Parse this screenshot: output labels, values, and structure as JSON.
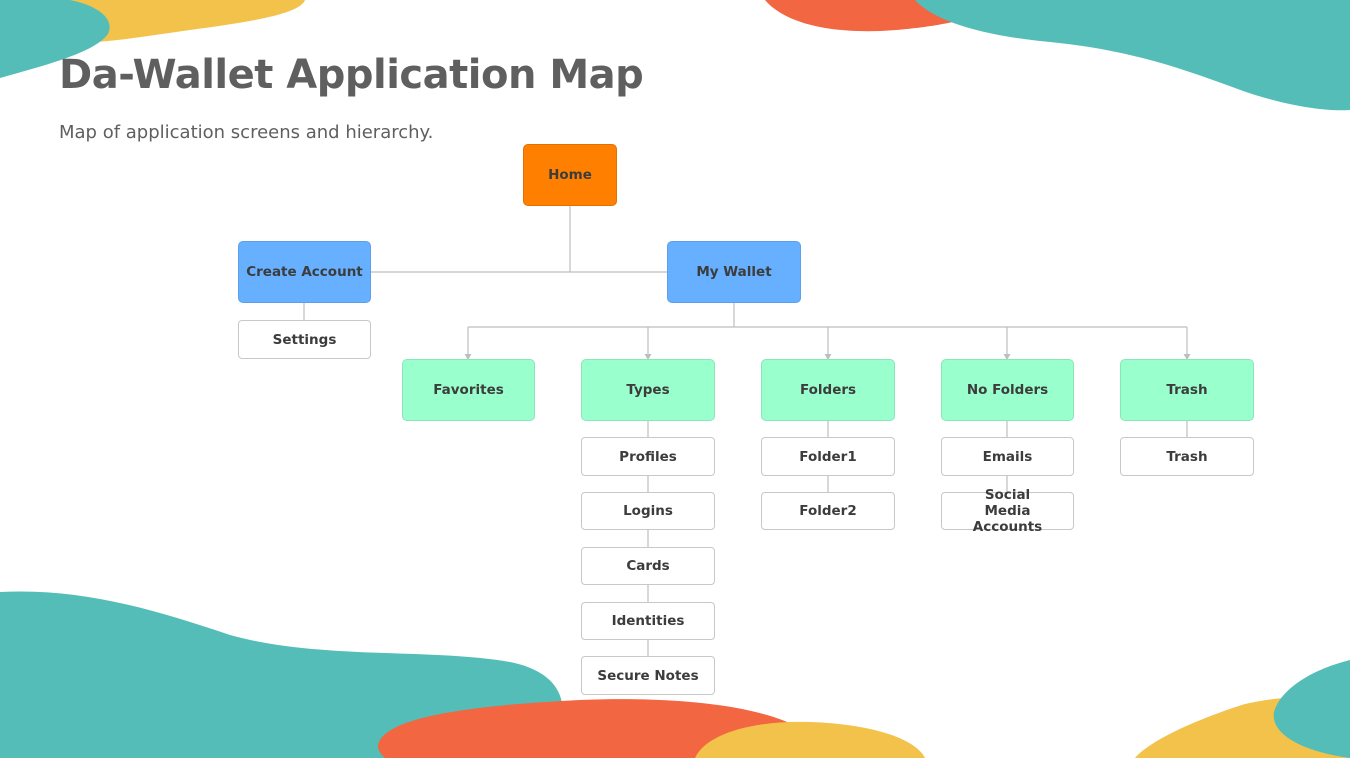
{
  "slide": {
    "title": "Da-Wallet Application Map",
    "subtitle": "Map of application screens and hierarchy."
  },
  "colors": {
    "teal": "#55bdb7",
    "orange_blob": "#f26641",
    "yellow_blob": "#f2c24a",
    "home": "#ff8000",
    "primary_node": "#66b0ff",
    "section_node": "#99ffcc",
    "leaf_node": "#ffffff"
  },
  "diagram": {
    "home": "Home",
    "create_account": "Create Account",
    "my_wallet": "My Wallet",
    "settings": "Settings",
    "favorites": "Favorites",
    "types": "Types",
    "folders": "Folders",
    "no_folders": "No Folders",
    "trash": "Trash",
    "types_children": [
      "Profiles",
      "Logins",
      "Cards",
      "Identities",
      "Secure Notes"
    ],
    "folders_children": [
      "Folder1",
      "Folder2"
    ],
    "no_folders_children": [
      "Emails",
      "Social Media Accounts"
    ],
    "trash_children": [
      "Trash"
    ]
  }
}
